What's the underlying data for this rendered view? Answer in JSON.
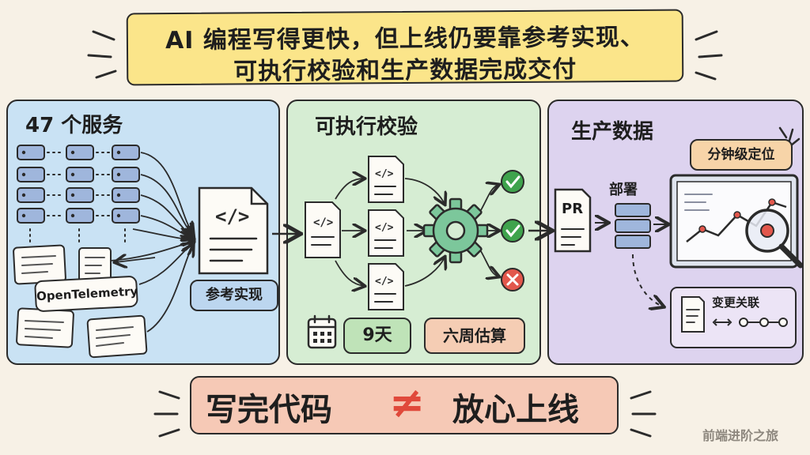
{
  "title": {
    "line1": "AI 编程写得更快，但上线仍要靠参考实现、",
    "line2": "可执行校验和生产数据完成交付"
  },
  "panels": {
    "services": {
      "title": "47 个服务",
      "opentelemetry_label": "OpenTelemetry",
      "reference_impl_label": "参考实现"
    },
    "verification": {
      "title": "可执行校验",
      "days_label": "9天",
      "estimate_label": "六周估算"
    },
    "production": {
      "title": "生产数据",
      "pr_label": "PR",
      "deploy_label": "部署",
      "locate_label": "分钟级定位",
      "change_label": "变更关联"
    }
  },
  "bottom": {
    "left_text": "写完代码",
    "neq": "≠",
    "right_text": "放心上线"
  },
  "watermark": "前端进阶之旅",
  "colors": {
    "banner": "#fbe58a",
    "services_panel": "#c9e2f4",
    "verify_panel": "#d6edd3",
    "prod_panel": "#ddd3ef",
    "bottom_banner": "#f6c9b6",
    "check": "#3fa34d",
    "cross": "#e2574c",
    "gear": "#7cc79b"
  }
}
